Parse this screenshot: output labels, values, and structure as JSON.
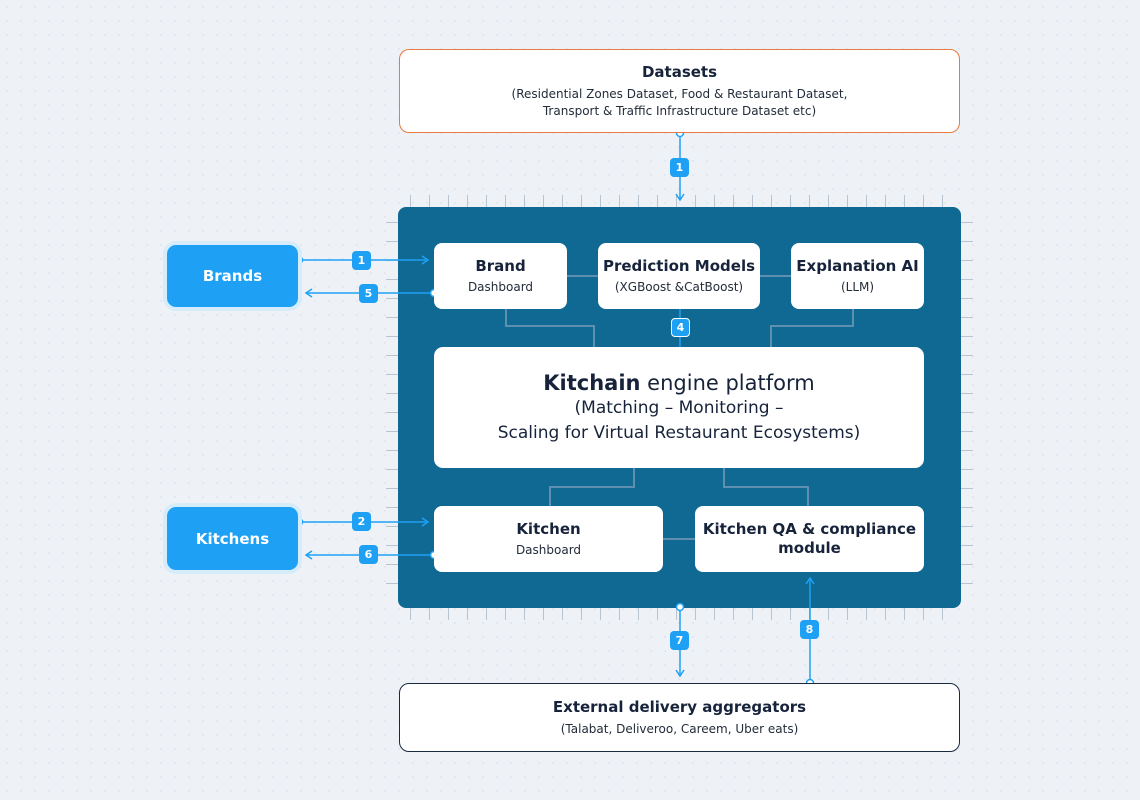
{
  "datasets": {
    "title": "Datasets",
    "line1": "(Residential Zones Dataset, Food & Restaurant Dataset,",
    "line2": "Transport & Traffic Infrastructure Dataset etc)"
  },
  "brand_dashboard": {
    "title": "Brand",
    "sub": "Dashboard"
  },
  "prediction_models": {
    "title": "Prediction Models",
    "sub": "(XGBoost &CatBoost)"
  },
  "explanation_ai": {
    "title": "Explanation AI",
    "sub": "(LLM)"
  },
  "engine": {
    "brand": "Kitchain",
    "rest": " engine platform",
    "line2": "(Matching – Monitoring –",
    "line3": "Scaling for Virtual Restaurant Ecosystems)"
  },
  "kitchen_dashboard": {
    "title": "Kitchen",
    "sub": "Dashboard"
  },
  "qa_module": {
    "line1": "Kitchen QA & compliance",
    "line2": "module"
  },
  "brands": {
    "label": "Brands"
  },
  "kitchens": {
    "label": "Kitchens"
  },
  "aggregators": {
    "title": "External delivery aggregators",
    "sub": "(Talabat, Deliveroo, Careem, Uber eats)"
  },
  "badges": {
    "datasets_to_platform": "1",
    "brands_in": "1",
    "brands_out": "5",
    "prediction": "4",
    "kitchens_in": "2",
    "kitchens_out": "6",
    "platform_to_aggregators": "7",
    "aggregators_to_qa": "8"
  },
  "colors": {
    "platform": "#0f6993",
    "accent_blue": "#1ea1f5",
    "datasets_border": "#e87a45",
    "aggregators_border": "#1a2a40"
  }
}
